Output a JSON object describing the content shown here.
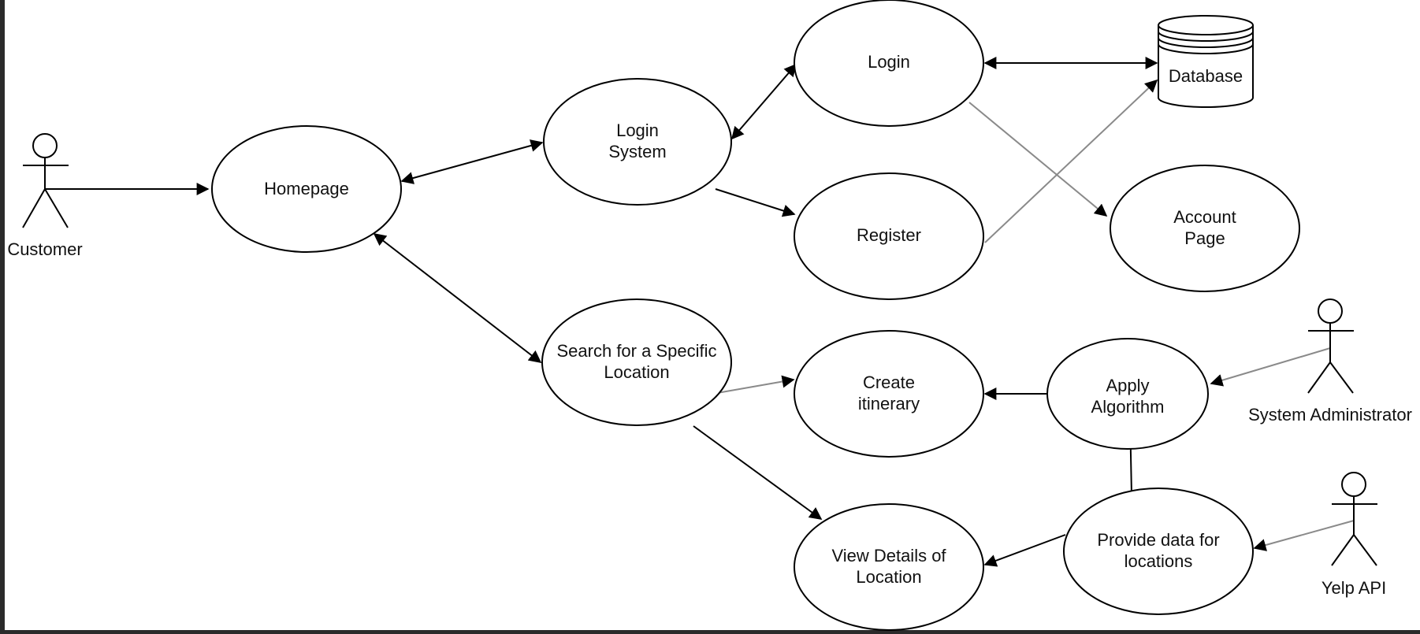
{
  "colors": {
    "canvas_bg": "#ffffff",
    "frame_bg": "#2b2b2b",
    "stroke": "#000000",
    "light_stroke": "#8a8a8a"
  },
  "actors": {
    "customer": "Customer",
    "system_admin": "System Administrator",
    "yelp_api": "Yelp API"
  },
  "use_cases": {
    "homepage": "Homepage",
    "login_system": [
      "Login",
      "System"
    ],
    "login": "Login",
    "register": "Register",
    "account_page": [
      "Account",
      "Page"
    ],
    "search_location": [
      "Search for a Specific",
      "Location"
    ],
    "create_itinerary": [
      "Create",
      "itinerary"
    ],
    "apply_algorithm": [
      "Apply",
      "Algorithm"
    ],
    "view_details": [
      "View Details of",
      "Location"
    ],
    "provide_data": [
      "Provide data for",
      "locations"
    ]
  },
  "stores": {
    "database": "Database"
  }
}
